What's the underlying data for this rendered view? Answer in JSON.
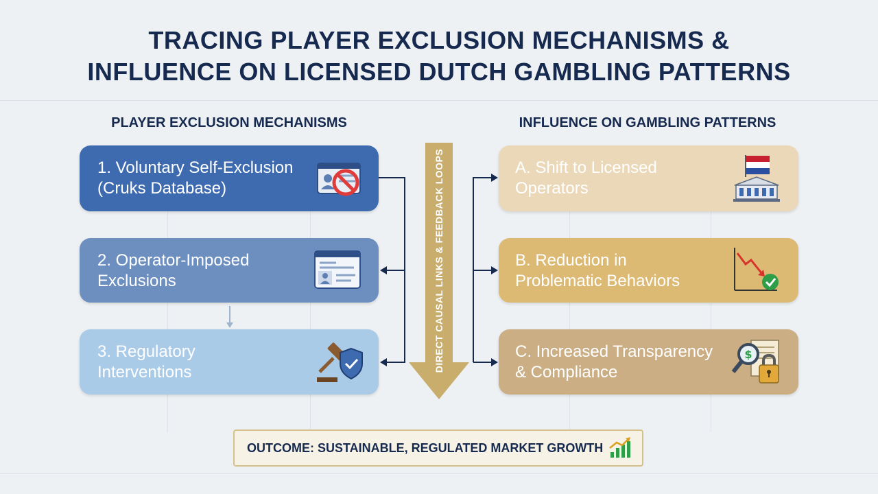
{
  "title_line1": "TRACING PLAYER EXCLUSION MECHANISMS &",
  "title_line2": "INFLUENCE ON LICENSED DUTCH GAMBLING PATTERNS",
  "left_header": "PLAYER EXCLUSION MECHANISMS",
  "right_header": "INFLUENCE ON GAMBLING PATTERNS",
  "mechanisms": [
    {
      "line1": "1. Voluntary Self-Exclusion",
      "line2": "(Cruks Database)",
      "icon": "id-card-prohibited-icon"
    },
    {
      "line1": "2. Operator-Imposed",
      "line2": "Exclusions",
      "icon": "browser-profile-icon"
    },
    {
      "line1": "3. Regulatory",
      "line2": "Interventions",
      "icon": "gavel-shield-icon"
    }
  ],
  "patterns": [
    {
      "line1": "A. Shift to Licensed",
      "line2": "Operators",
      "icon": "dutch-flag-building-icon"
    },
    {
      "line1": "B. Reduction in",
      "line2": "Problematic Behaviors",
      "icon": "declining-chart-check-icon"
    },
    {
      "line1": "C. Increased Transparency",
      "line2": "& Compliance",
      "icon": "magnifier-lock-document-icon"
    }
  ],
  "arrow_label": "DIRECT CAUSAL LINKS & FEEDBACK LOOPS",
  "outcome": "OUTCOME: SUSTAINABLE, REGULATED MARKET GROWTH",
  "colors": {
    "navy": "#16294f",
    "mechanism_1": "#3e6bb0",
    "mechanism_2": "#6d8fbf",
    "mechanism_3": "#aacbe8",
    "pattern_1": "#ead8b8",
    "pattern_2": "#dcba74",
    "pattern_3": "#ccae84",
    "arrow_gold": "#c9ad6c"
  }
}
